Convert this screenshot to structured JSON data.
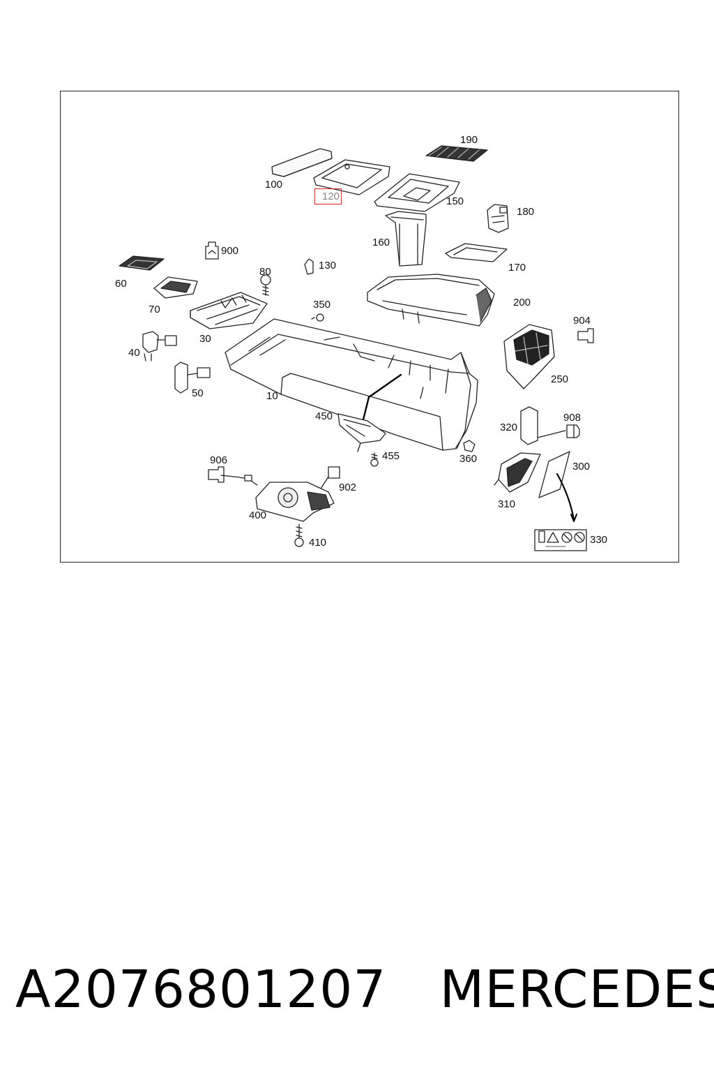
{
  "diagram": {
    "highlighted_part": "120",
    "parts": [
      {
        "id": "p100",
        "label": "100"
      },
      {
        "id": "p120",
        "label": "120"
      },
      {
        "id": "p190",
        "label": "190"
      },
      {
        "id": "p150",
        "label": "150"
      },
      {
        "id": "p180",
        "label": "180"
      },
      {
        "id": "p160",
        "label": "160"
      },
      {
        "id": "p170",
        "label": "170"
      },
      {
        "id": "p900",
        "label": "900"
      },
      {
        "id": "p130",
        "label": "130"
      },
      {
        "id": "p80",
        "label": "80"
      },
      {
        "id": "p60",
        "label": "60"
      },
      {
        "id": "p70",
        "label": "70"
      },
      {
        "id": "p350",
        "label": "350"
      },
      {
        "id": "p200",
        "label": "200"
      },
      {
        "id": "p30",
        "label": "30"
      },
      {
        "id": "p904",
        "label": "904"
      },
      {
        "id": "p40",
        "label": "40"
      },
      {
        "id": "p250",
        "label": "250"
      },
      {
        "id": "p10",
        "label": "10"
      },
      {
        "id": "p50",
        "label": "50"
      },
      {
        "id": "p450",
        "label": "450"
      },
      {
        "id": "p908",
        "label": "908"
      },
      {
        "id": "p320",
        "label": "320"
      },
      {
        "id": "p455",
        "label": "455"
      },
      {
        "id": "p360",
        "label": "360"
      },
      {
        "id": "p906",
        "label": "906"
      },
      {
        "id": "p300",
        "label": "300"
      },
      {
        "id": "p902",
        "label": "902"
      },
      {
        "id": "p310",
        "label": "310"
      },
      {
        "id": "p400",
        "label": "400"
      },
      {
        "id": "p330",
        "label": "330"
      },
      {
        "id": "p410",
        "label": "410"
      }
    ]
  },
  "footer": {
    "part_number": "A2076801207",
    "brand": "MERCEDES"
  },
  "colors": {
    "highlight_box": "#e02020",
    "highlight_text": "#888888",
    "line": "#222222"
  }
}
